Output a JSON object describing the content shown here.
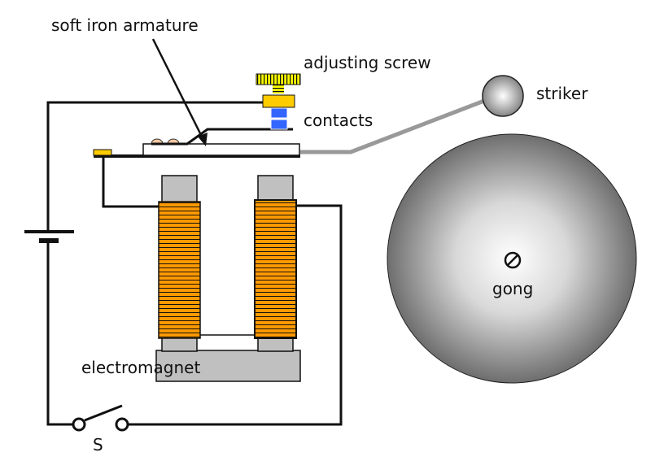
{
  "title": "Electric bell",
  "labels": {
    "armature": "soft iron armature",
    "adjusting_screw": "adjusting screw",
    "contacts": "contacts",
    "striker": "striker",
    "gong": "gong",
    "electromagnet": "electromagnet",
    "switch": "S"
  },
  "components": [
    {
      "name": "battery-cell",
      "symbol": "cell"
    },
    {
      "name": "switch",
      "symbol": "open-switch",
      "label": "S"
    },
    {
      "name": "electromagnet",
      "coils": 2
    },
    {
      "name": "soft-iron-armature"
    },
    {
      "name": "adjusting-screw"
    },
    {
      "name": "contacts"
    },
    {
      "name": "striker"
    },
    {
      "name": "gong",
      "icon": "screw-head-icon"
    }
  ],
  "colors": {
    "wire": "#111111",
    "coil": "#ff9900",
    "core": "#c0c0c0",
    "screw_knob": "#ffff00",
    "screw_nut": "#ffcc00",
    "contact_block": "#3366ff",
    "contact_rivet": "#f4c7a1",
    "striker_arm": "#999999",
    "gong_edge": "#707070",
    "gong_center": "#ffffff"
  }
}
